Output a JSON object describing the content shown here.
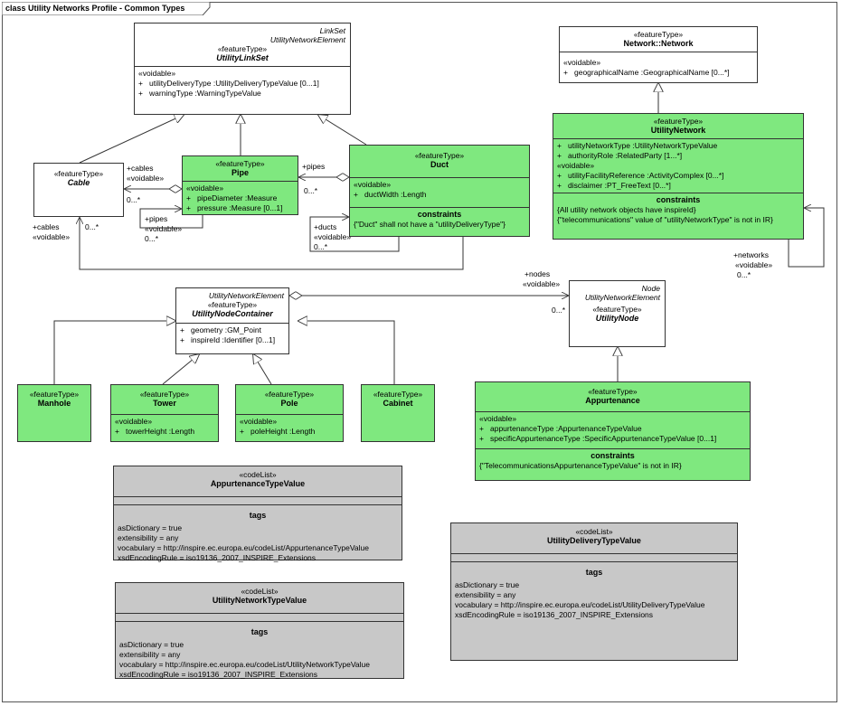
{
  "frame": {
    "title": "class Utility Networks Profile -  Common Types"
  },
  "classes": {
    "utilityLinkSet": {
      "corner": [
        "LinkSet",
        "UtilityNetworkElement"
      ],
      "stereotype": "«featureType»",
      "name": "UtilityLinkSet",
      "voidable": "«voidable»",
      "attributes": [
        {
          "vis": "+",
          "text": "utilityDeliveryType  :UtilityDeliveryTypeValue [0...1]"
        },
        {
          "vis": "+",
          "text": "warningType  :WarningTypeValue"
        }
      ]
    },
    "cable": {
      "stereotype": "«featureType»",
      "name": "Cable"
    },
    "pipe": {
      "stereotype": "«featureType»",
      "name": "Pipe",
      "voidable": "«voidable»",
      "attributes": [
        {
          "vis": "+",
          "text": "pipeDiameter  :Measure"
        },
        {
          "vis": "+",
          "text": "pressure  :Measure [0...1]"
        }
      ]
    },
    "duct": {
      "stereotype": "«featureType»",
      "name": "Duct",
      "voidable": "«voidable»",
      "attributes": [
        {
          "vis": "+",
          "text": "ductWidth  :Length"
        }
      ],
      "constraints_title": "constraints",
      "constraints": [
        "{\"Duct\" shall not have a \"utilityDeliveryType\"}"
      ]
    },
    "network": {
      "stereotype": "«featureType»",
      "name": "Network::Network",
      "voidable": "«voidable»",
      "attributes": [
        {
          "vis": "+",
          "text": "geographicalName  :GeographicalName [0...*]"
        }
      ]
    },
    "utilityNetwork": {
      "stereotype": "«featureType»",
      "name": "UtilityNetwork",
      "attributes": [
        {
          "vis": "+",
          "text": "utilityNetworkType  :UtilityNetworkTypeValue"
        },
        {
          "vis": "+",
          "text": "authorityRole  :RelatedParty [1...*]"
        }
      ],
      "voidable": "«voidable»",
      "voidable_attributes": [
        {
          "vis": "+",
          "text": "utilityFacilityReference  :ActivityComplex [0...*]"
        },
        {
          "vis": "+",
          "text": "disclaimer  :PT_FreeText [0...*]"
        }
      ],
      "constraints_title": "constraints",
      "constraints": [
        "{All utility network objects have inspireId}",
        "{\"telecommunications\" value of \"utilityNetworkType\" is not in IR}"
      ]
    },
    "utilityNodeContainer": {
      "corner": [
        "UtilityNetworkElement"
      ],
      "stereotype": "«featureType»",
      "name": "UtilityNodeContainer",
      "attributes": [
        {
          "vis": "+",
          "text": "geometry  :GM_Point"
        },
        {
          "vis": "+",
          "text": "inspireId  :Identifier [0...1]"
        }
      ]
    },
    "utilityNode": {
      "corner": [
        "Node",
        "UtilityNetworkElement"
      ],
      "stereotype": "«featureType»",
      "name": "UtilityNode"
    },
    "manhole": {
      "stereotype": "«featureType»",
      "name": "Manhole"
    },
    "tower": {
      "stereotype": "«featureType»",
      "name": "Tower",
      "voidable": "«voidable»",
      "attributes": [
        {
          "vis": "+",
          "text": "towerHeight  :Length"
        }
      ]
    },
    "pole": {
      "stereotype": "«featureType»",
      "name": "Pole",
      "voidable": "«voidable»",
      "attributes": [
        {
          "vis": "+",
          "text": "poleHeight  :Length"
        }
      ]
    },
    "cabinet": {
      "stereotype": "«featureType»",
      "name": "Cabinet"
    },
    "appurtenance": {
      "stereotype": "«featureType»",
      "name": "Appurtenance",
      "voidable": "«voidable»",
      "attributes": [
        {
          "vis": "+",
          "text": "appurtenanceType  :AppurtenanceTypeValue"
        },
        {
          "vis": "+",
          "text": "specificAppurtenanceType  :SpecificAppurtenanceTypeValue [0...1]"
        }
      ],
      "constraints_title": "constraints",
      "constraints": [
        "{\"TelecommunicationsAppurtenanceTypeValue\" is not in IR}"
      ]
    },
    "appurtenanceTypeValue": {
      "stereotype": "«codeList»",
      "name": "AppurtenanceTypeValue",
      "tags_title": "tags",
      "tags": [
        "asDictionary = true",
        "extensibility = any",
        "vocabulary = http://inspire.ec.europa.eu/codeList/AppurtenanceTypeValue",
        "xsdEncodingRule = iso19136_2007_INSPIRE_Extensions"
      ]
    },
    "utilityNetworkTypeValue": {
      "stereotype": "«codeList»",
      "name": "UtilityNetworkTypeValue",
      "tags_title": "tags",
      "tags": [
        "asDictionary = true",
        "extensibility = any",
        "vocabulary = http://inspire.ec.europa.eu/codeList/UtilityNetworkTypeValue",
        "xsdEncodingRule = iso19136_2007_INSPIRE_Extensions"
      ]
    },
    "utilityDeliveryTypeValue": {
      "stereotype": "«codeList»",
      "name": "UtilityDeliveryTypeValue",
      "tags_title": "tags",
      "tags": [
        "asDictionary = true",
        "extensibility = any",
        "vocabulary = http://inspire.ec.europa.eu/codeList/UtilityDeliveryTypeValue",
        "xsdEncodingRule = iso19136_2007_INSPIRE_Extensions"
      ]
    }
  },
  "labels": {
    "cables_role": "+cables",
    "cables_voidable": "«voidable»",
    "cables_mult": "0...*",
    "pipes_role": "+pipes",
    "pipes_mult": "0...*",
    "pipes_self_role": "+pipes",
    "pipes_self_voidable": "«voidable»",
    "pipes_self_mult": "0...*",
    "ducts_role": "+ducts",
    "ducts_voidable": "«voidable»",
    "ducts_mult": "0...*",
    "cables2_role": "+cables",
    "cables2_voidable": "«voidable»",
    "cables2_mult": "0...*",
    "nodes_role": "+nodes",
    "nodes_voidable": "«voidable»",
    "nodes_mult": "0...*",
    "networks_role": "+networks",
    "networks_voidable": "«voidable»",
    "networks_mult": "0...*"
  }
}
